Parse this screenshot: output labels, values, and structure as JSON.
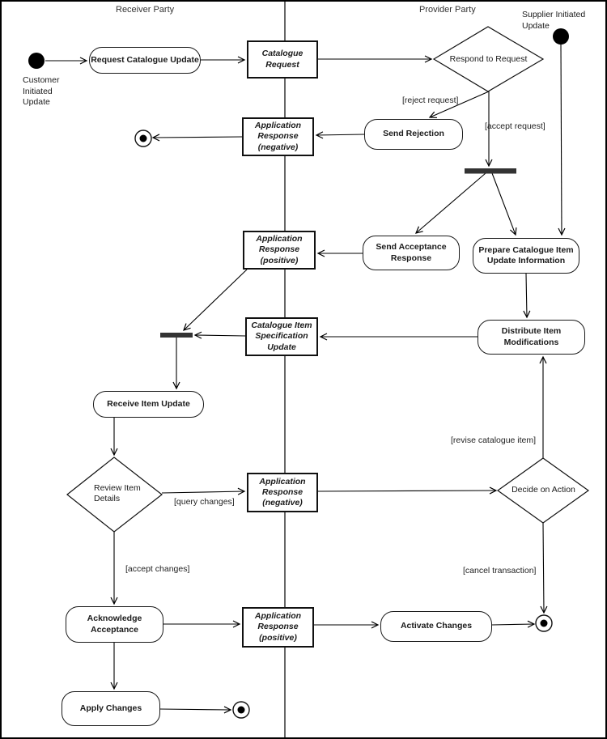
{
  "lanes": {
    "receiver": "Receiver Party",
    "provider": "Provider Party"
  },
  "start_events": {
    "customer": "Customer Initiated Update",
    "supplier": "Supplier Initiated Update"
  },
  "actions": {
    "request_catalogue_update": "Request Catalogue Update",
    "send_rejection": "Send Rejection",
    "send_acceptance_response": "Send Acceptance Response",
    "prepare_catalogue_item_update_information": "Prepare Catalogue Item Update Information",
    "distribute_item_modifications": "Distribute Item Modifications",
    "receive_item_update": "Receive Item Update",
    "acknowledge_acceptance": "Acknowledge Acceptance",
    "activate_changes": "Activate Changes",
    "apply_changes": "Apply Changes"
  },
  "signals": {
    "catalogue_request": "Catalogue Request",
    "application_response_negative_top": "Application Response (negative)",
    "application_response_positive_top": "Application Response (positive)",
    "catalogue_item_specification_update": "Catalogue Item Specification Update",
    "application_response_negative_middle": "Application Response (negative)",
    "application_response_positive_bottom": "Application Response (positive)"
  },
  "decisions": {
    "respond_to_request": "Respond to Request",
    "review_item_details": "Review Item Details",
    "decide_on_action": "Decide on Action"
  },
  "guards": {
    "reject_request": "[reject request]",
    "accept_request": "[accept request]",
    "query_changes": "[query changes]",
    "accept_changes": "[accept changes]",
    "revise_catalogue_item": "[revise catalogue item]",
    "cancel_transaction": "[cancel transaction]"
  },
  "colors": {
    "line": "#000000",
    "bar": "#333333",
    "background": "#ffffff"
  }
}
